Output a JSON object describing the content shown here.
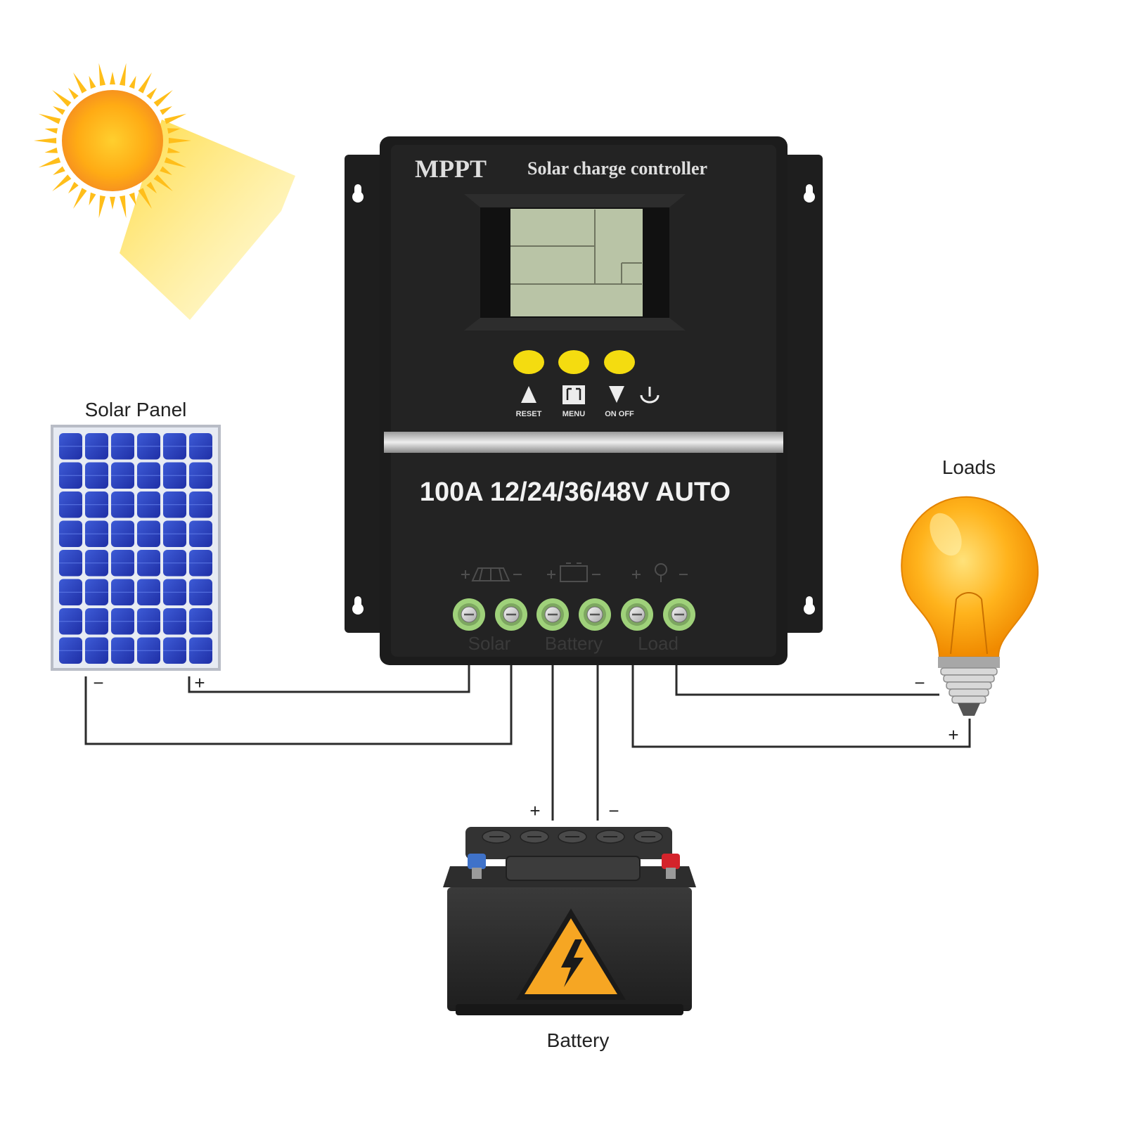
{
  "solar_panel": {
    "label": "Solar Panel",
    "minus": "−",
    "plus": "+"
  },
  "controller": {
    "brand": "MPPT",
    "title": "Solar charge controller",
    "rating": "100A 12/24/36/48V AUTO",
    "buttons": [
      {
        "icon": "up-triangle-icon",
        "label": "RESET"
      },
      {
        "icon": "menu-icon",
        "label": "MENU"
      },
      {
        "icon": "down-triangle-icon",
        "label": "ON OFF"
      }
    ],
    "terminal_groups": [
      "Solar",
      "Battery",
      "Load"
    ],
    "button_color": "#f4dc10",
    "body_color": "#1c1c1c",
    "lcd_color": "#b9c4a6",
    "terminal_color": "#9fd17a"
  },
  "loads": {
    "label": "Loads",
    "minus": "−",
    "plus": "+"
  },
  "battery": {
    "label": "Battery",
    "plus": "+",
    "minus": "−"
  }
}
